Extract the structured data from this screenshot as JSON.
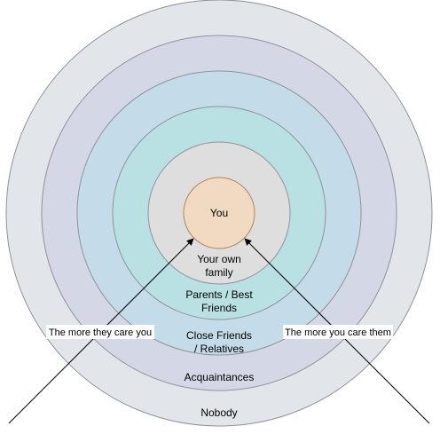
{
  "rings": [
    {
      "id": "nobody",
      "label": "Nobody",
      "fill": "#e2e5ea"
    },
    {
      "id": "acquaintances",
      "label": "Acquaintances",
      "fill": "#d3d7e6"
    },
    {
      "id": "close-friends",
      "label_lines": [
        "Close Friends",
        "/ Relatives"
      ],
      "fill": "#c4dcea"
    },
    {
      "id": "parents-best-friends",
      "label_lines": [
        "Parents / Best",
        "Friends"
      ],
      "fill": "#b9e0e3"
    },
    {
      "id": "own-family",
      "label_lines": [
        "Your own",
        "family"
      ],
      "fill": "#dedede"
    },
    {
      "id": "you",
      "label": "You",
      "fill": "#f0dac2"
    }
  ],
  "colors": {
    "ring_stroke": "#8e939a",
    "you_stroke": "#b38452",
    "arrow": "#000000"
  },
  "arrows": {
    "left": {
      "label": "The more they care you"
    },
    "right": {
      "label": "The more you care them"
    }
  }
}
